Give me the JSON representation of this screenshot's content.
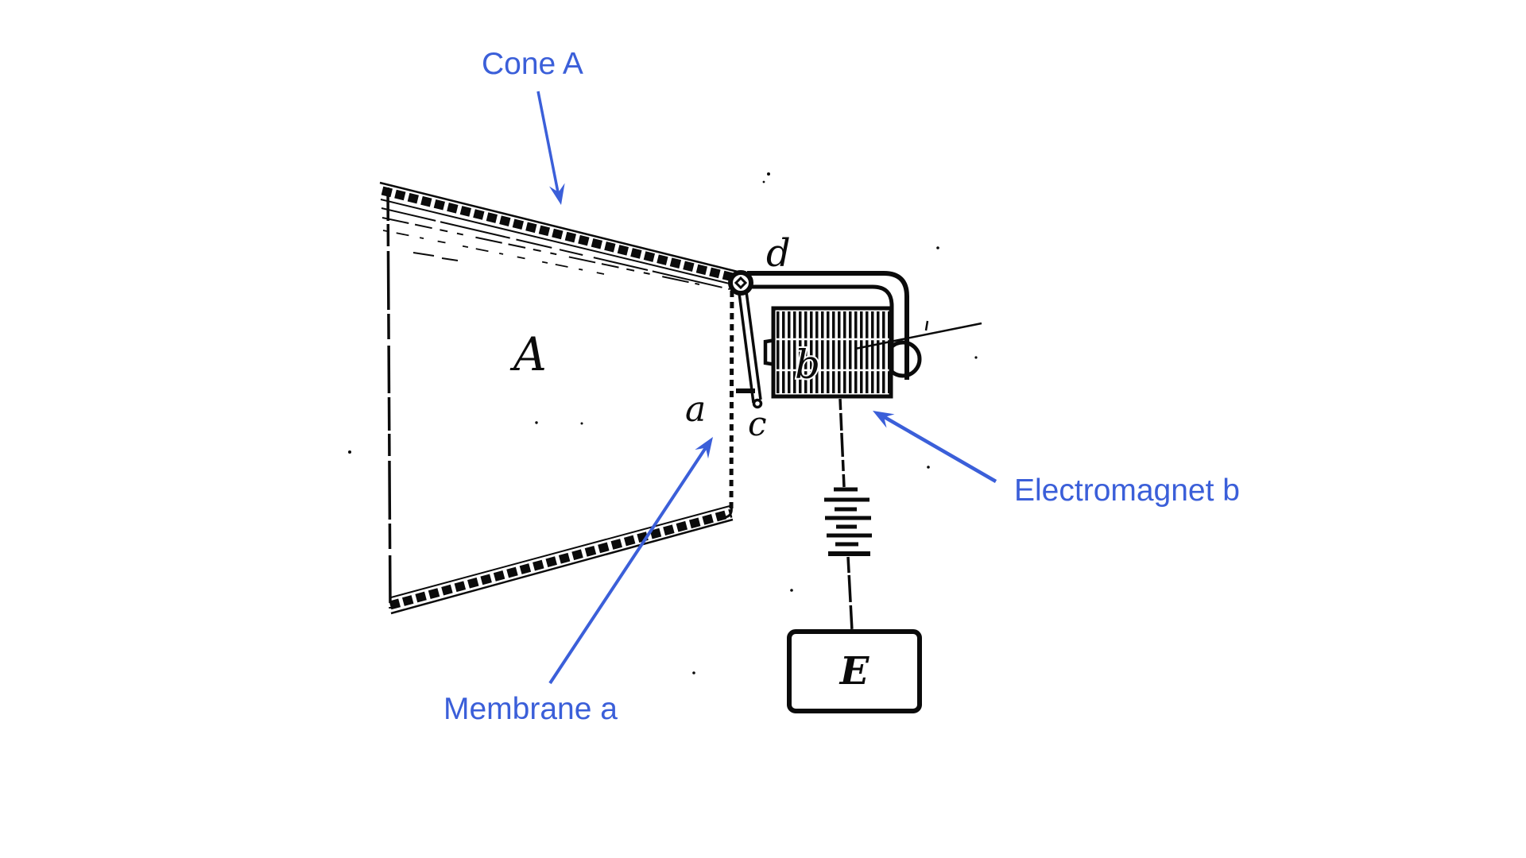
{
  "palette": {
    "bg": "#ffffff",
    "ink": "#0b0b0b",
    "annotation_blue": "#3b5fd9"
  },
  "annotations": {
    "cone_label": "Cone A",
    "membrane_label": "Membrane a",
    "electromagnet_label": "Electromagnet b"
  },
  "figure_letters": {
    "cone": "A",
    "membrane": "a",
    "coil": "b",
    "lever": "c",
    "yoke": "d",
    "battery_box": "E"
  }
}
